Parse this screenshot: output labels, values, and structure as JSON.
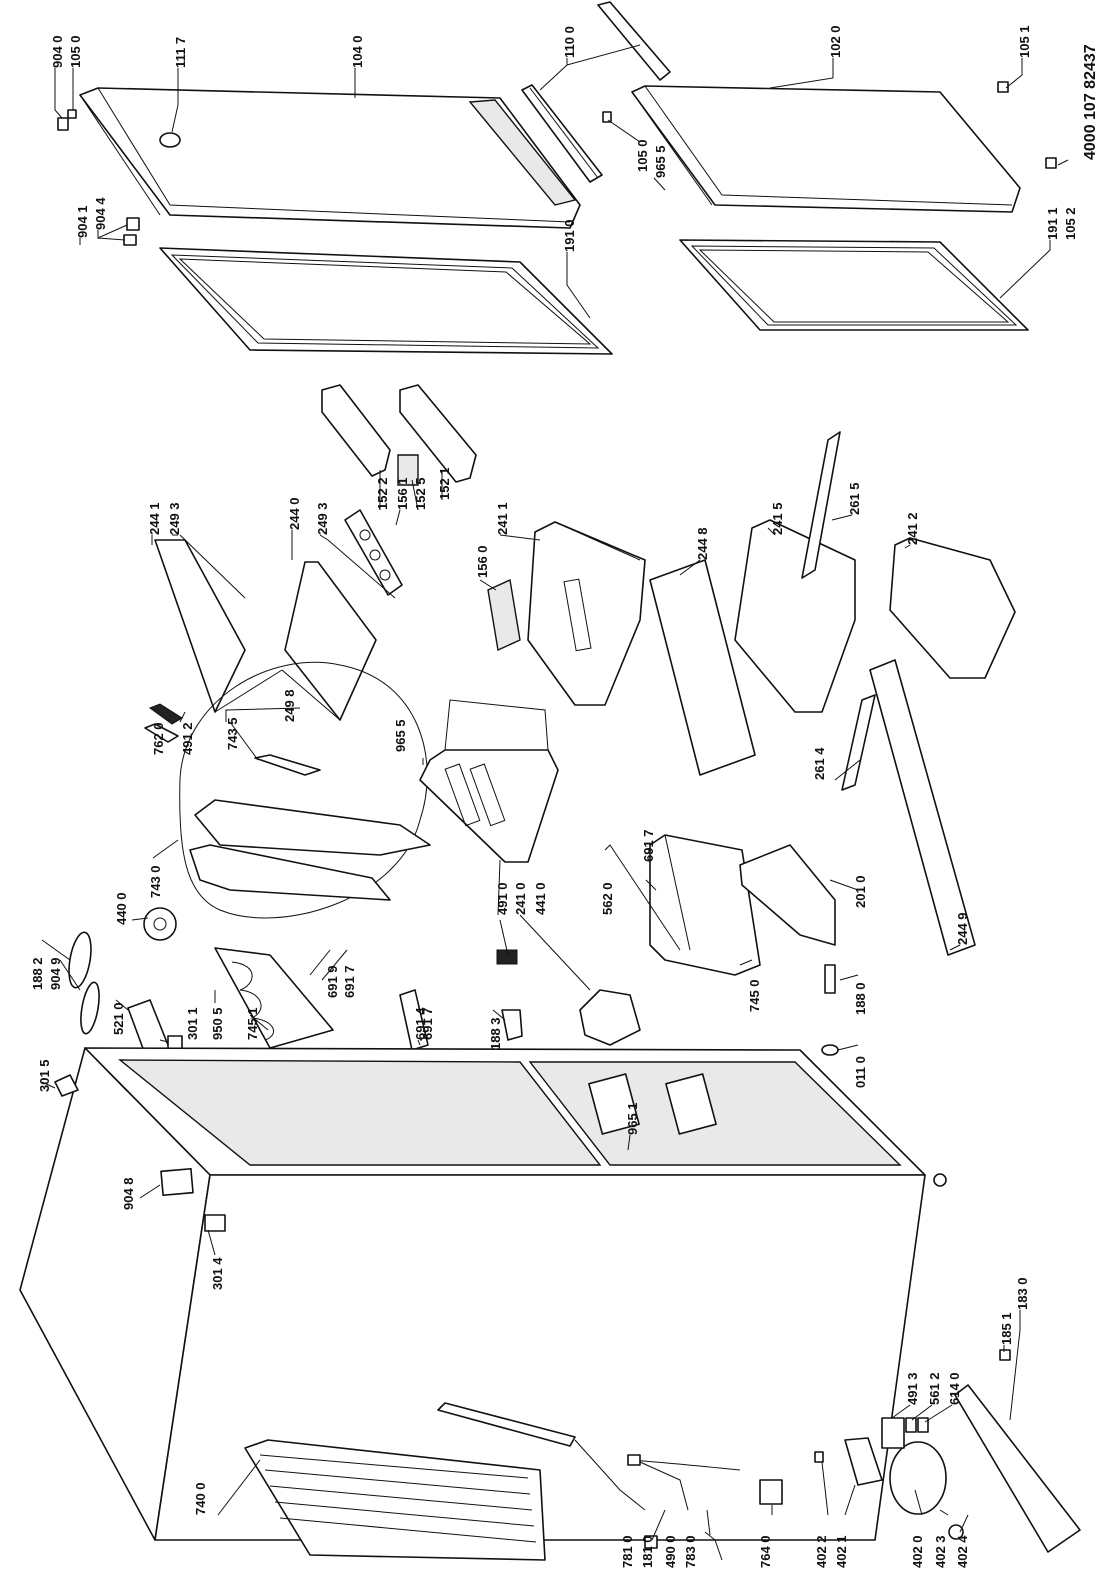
{
  "document_number": "4000 107 82437",
  "part_labels": [
    {
      "id": "p9040a",
      "text": "904 0"
    },
    {
      "id": "p1050a",
      "text": "105 0"
    },
    {
      "id": "p1117",
      "text": "111 7"
    },
    {
      "id": "p1040",
      "text": "104 0"
    },
    {
      "id": "p1100",
      "text": "110 0"
    },
    {
      "id": "p1020",
      "text": "102 0"
    },
    {
      "id": "p1051",
      "text": "105 1"
    },
    {
      "id": "p1050b",
      "text": "105 0"
    },
    {
      "id": "p9655a",
      "text": "965 5"
    },
    {
      "id": "p9041",
      "text": "904 1"
    },
    {
      "id": "p9044",
      "text": "904 4"
    },
    {
      "id": "p1910",
      "text": "191 0"
    },
    {
      "id": "p1911",
      "text": "191 1"
    },
    {
      "id": "p1052",
      "text": "105 2"
    },
    {
      "id": "p2441",
      "text": "244 1"
    },
    {
      "id": "p2493a",
      "text": "249 3"
    },
    {
      "id": "p2440",
      "text": "244 0"
    },
    {
      "id": "p2493b",
      "text": "249 3"
    },
    {
      "id": "p1522",
      "text": "152 2"
    },
    {
      "id": "p1561",
      "text": "156 1"
    },
    {
      "id": "p1525",
      "text": "152 5"
    },
    {
      "id": "p1521",
      "text": "152 1"
    },
    {
      "id": "p1560",
      "text": "156 0"
    },
    {
      "id": "p2411",
      "text": "241 1"
    },
    {
      "id": "p2448",
      "text": "244 8"
    },
    {
      "id": "p2415",
      "text": "241 5"
    },
    {
      "id": "p2615",
      "text": "261 5"
    },
    {
      "id": "p2412",
      "text": "241 2"
    },
    {
      "id": "p7620",
      "text": "762 0"
    },
    {
      "id": "p4912",
      "text": "491 2"
    },
    {
      "id": "p7435",
      "text": "743 5"
    },
    {
      "id": "p2498",
      "text": "249 8"
    },
    {
      "id": "p9655b",
      "text": "965 5"
    },
    {
      "id": "p2614",
      "text": "261 4"
    },
    {
      "id": "p2449",
      "text": "244 9"
    },
    {
      "id": "p7430",
      "text": "743 0"
    },
    {
      "id": "p4400",
      "text": "440 0"
    },
    {
      "id": "p4910",
      "text": "491 0"
    },
    {
      "id": "p2410",
      "text": "241 0"
    },
    {
      "id": "p4410",
      "text": "441 0"
    },
    {
      "id": "p5620",
      "text": "562 0"
    },
    {
      "id": "p6917a",
      "text": "691 7"
    },
    {
      "id": "p2010",
      "text": "201 0"
    },
    {
      "id": "p7450",
      "text": "745 0"
    },
    {
      "id": "p1882",
      "text": "188 2"
    },
    {
      "id": "p9049",
      "text": "904 9"
    },
    {
      "id": "p5210",
      "text": "521 0"
    },
    {
      "id": "p3011",
      "text": "301 1"
    },
    {
      "id": "p9505",
      "text": "950 5"
    },
    {
      "id": "p7451",
      "text": "745 1"
    },
    {
      "id": "p6919",
      "text": "691 9"
    },
    {
      "id": "p6917b",
      "text": "691 7"
    },
    {
      "id": "p6914",
      "text": "691 4"
    },
    {
      "id": "p6917c",
      "text": "691 7"
    },
    {
      "id": "p1883",
      "text": "188 3"
    },
    {
      "id": "p1880",
      "text": "188 0"
    },
    {
      "id": "p0110",
      "text": "011 0"
    },
    {
      "id": "p3015",
      "text": "301 5"
    },
    {
      "id": "p9651",
      "text": "965 1"
    },
    {
      "id": "p9048",
      "text": "904 8"
    },
    {
      "id": "p3014",
      "text": "301 4"
    },
    {
      "id": "p4913",
      "text": "491 3"
    },
    {
      "id": "p5612",
      "text": "561 2"
    },
    {
      "id": "p6140",
      "text": "614 0"
    },
    {
      "id": "p1851",
      "text": "185 1"
    },
    {
      "id": "p1830",
      "text": "183 0"
    },
    {
      "id": "p7400",
      "text": "740 0"
    },
    {
      "id": "p7810",
      "text": "781 0"
    },
    {
      "id": "p1810",
      "text": "181 0"
    },
    {
      "id": "p4900",
      "text": "490 0"
    },
    {
      "id": "p7830",
      "text": "783 0"
    },
    {
      "id": "p7640",
      "text": "764 0"
    },
    {
      "id": "p4022",
      "text": "402 2"
    },
    {
      "id": "p4021",
      "text": "402 1"
    },
    {
      "id": "p4020",
      "text": "402 0"
    },
    {
      "id": "p4023",
      "text": "402 3"
    },
    {
      "id": "p4024",
      "text": "402 4"
    }
  ]
}
